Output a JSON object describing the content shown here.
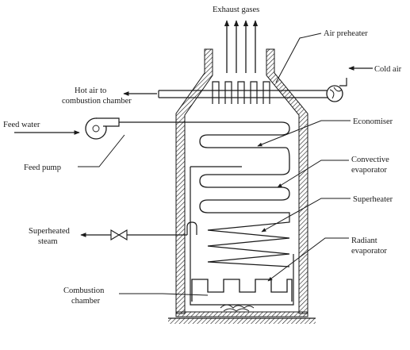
{
  "labels": {
    "exhaust": "Exhaust gases",
    "air_preheater": "Air preheater",
    "cold_air": "Cold air",
    "hot_air_line1": "Hot air to",
    "hot_air_line2": "combustion chamber",
    "feed_water": "Feed water",
    "feed_pump": "Feed pump",
    "economiser": "Economiser",
    "convective_line1": "Convective",
    "convective_line2": "evaporator",
    "superheater": "Superheater",
    "superheated_line1": "Superheated",
    "superheated_line2": "steam",
    "radiant_line1": "Radiant",
    "radiant_line2": "evaporator",
    "combustion_line1": "Combustion",
    "combustion_line2": "chamber"
  },
  "colors": {
    "ink": "#1a1a1a",
    "background": "#ffffff"
  }
}
